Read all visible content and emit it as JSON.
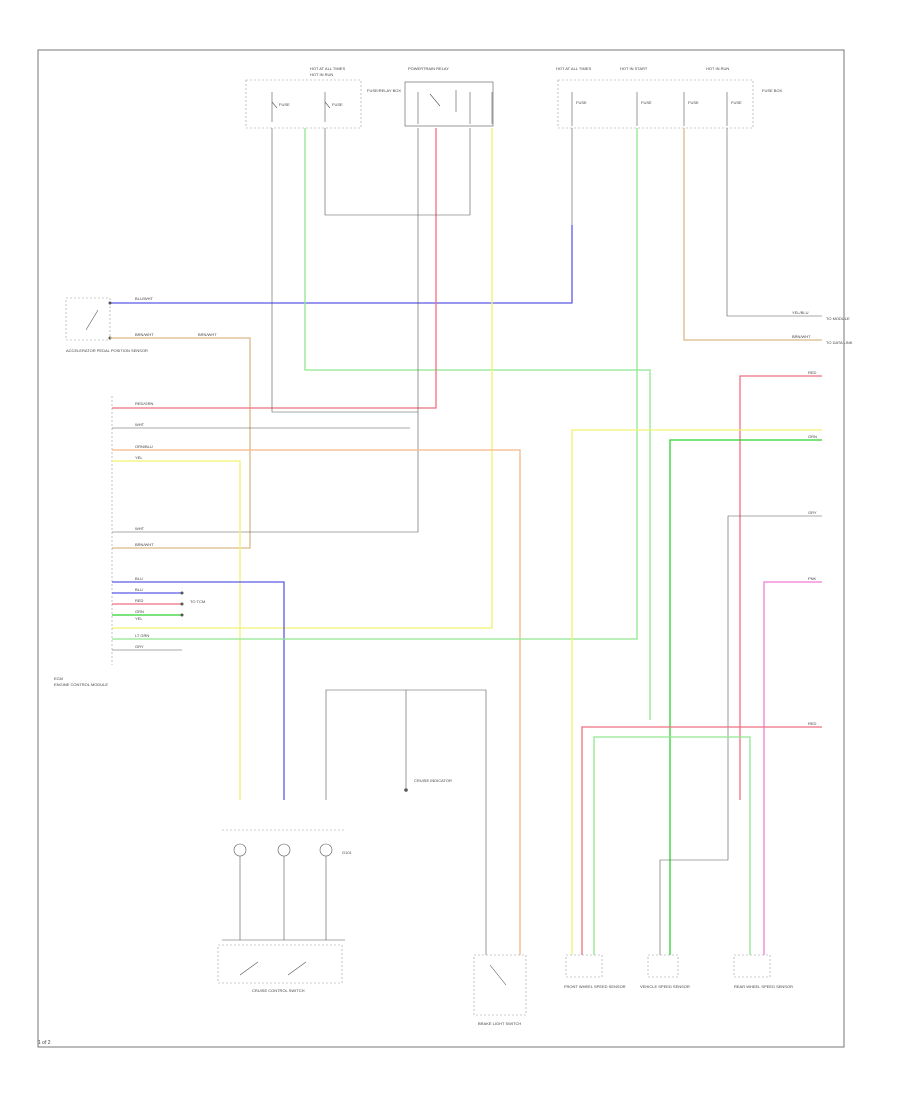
{
  "page": {
    "number": "1 of 2"
  },
  "colors": {
    "blue": "#5a5ae6",
    "red": "#ee7080",
    "light_green": "#8fe88f",
    "green": "#2ed12e",
    "yellow": "#f2f270",
    "orange": "#f2b886",
    "tan": "#d9b989",
    "gray": "#a0a0a0",
    "dark_gray": "#707070",
    "pink": "#f07cd8"
  },
  "labels": {
    "hot_at_all_times_1": "HOT AT ALL TIMES",
    "hot_in_run_1": "HOT IN RUN",
    "fuse_1": "FUSE",
    "fuse_2": "FUSE",
    "junction_block": "FUSE/RELAY BOX",
    "powertrain_relay": "POWERTRAIN RELAY",
    "hot_at_all_times_2": "HOT AT ALL TIMES",
    "hot_in_start": "HOT IN START",
    "hot_in_run_2": "HOT IN RUN",
    "fuse_3": "FUSE",
    "fuse_4": "FUSE",
    "fuse_5": "FUSE",
    "fuse_6": "FUSE",
    "left_dome_note": "FUSE BOX",
    "accelerator_switch": "ACCELERATOR PEDAL POSITION SENSOR",
    "ecm": "ECM",
    "ecm_note": "ENGINE CONTROL MODULE",
    "brake_switch": "BRAKE LIGHT SWITCH",
    "speed_sensor_left": "FRONT WHEEL SPEED SENSOR",
    "speed_sensor_mid": "VEHICLE SPEED SENSOR",
    "speed_sensor_right": "REAR WHEEL SPEED SENSOR",
    "control_switch": "CRUISE CONTROL SWITCH",
    "ground": "G101",
    "indicator": "CRUISE INDICATOR",
    "to_tcm": "TO TCM",
    "out_1": "TO MODULE",
    "out_2": "TO DATA LINK",
    "out_red": "RED",
    "out_grn": "GRN",
    "out_gry": "GRY",
    "out_pnk": "PNK",
    "out_red2": "RED"
  },
  "wire_codes": {
    "blue_top": "BLU/WHT",
    "blue_left": "BLU/WHT",
    "green_left": "BRN/WHT",
    "red_h": "RED/GRN",
    "white_h": "WHT",
    "orange_h": "ORN/BLU",
    "yellow_h": "YEL",
    "gray_h2": "WHT",
    "tan_h": "BRN/WHT",
    "blu1": "BLU",
    "blu2": "BLU",
    "red3": "RED",
    "grn4": "GRN",
    "ltgrn5": "LT GRN",
    "gry6": "GRY",
    "r1": "YEL/BLU",
    "r2": "BRN/WHT"
  }
}
